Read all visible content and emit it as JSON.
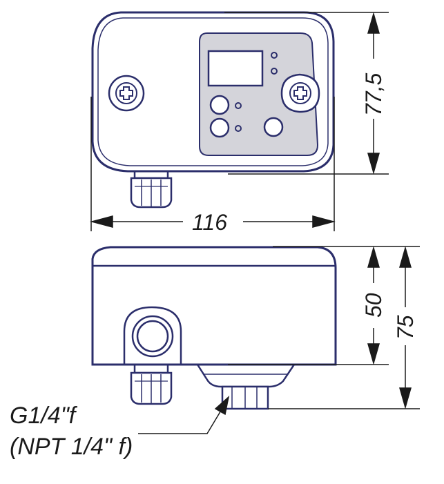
{
  "dimensions": {
    "width": "116",
    "height": "77,5",
    "body_height": "50",
    "total_height": "75"
  },
  "callout": {
    "thread_line1": "G1/4\"f",
    "thread_line2": "(NPT 1/4\" f)"
  },
  "colors": {
    "outline": "#2b2e6b",
    "dimension": "#1a1a1a",
    "panel": "#d4d4da",
    "background": "#ffffff"
  }
}
